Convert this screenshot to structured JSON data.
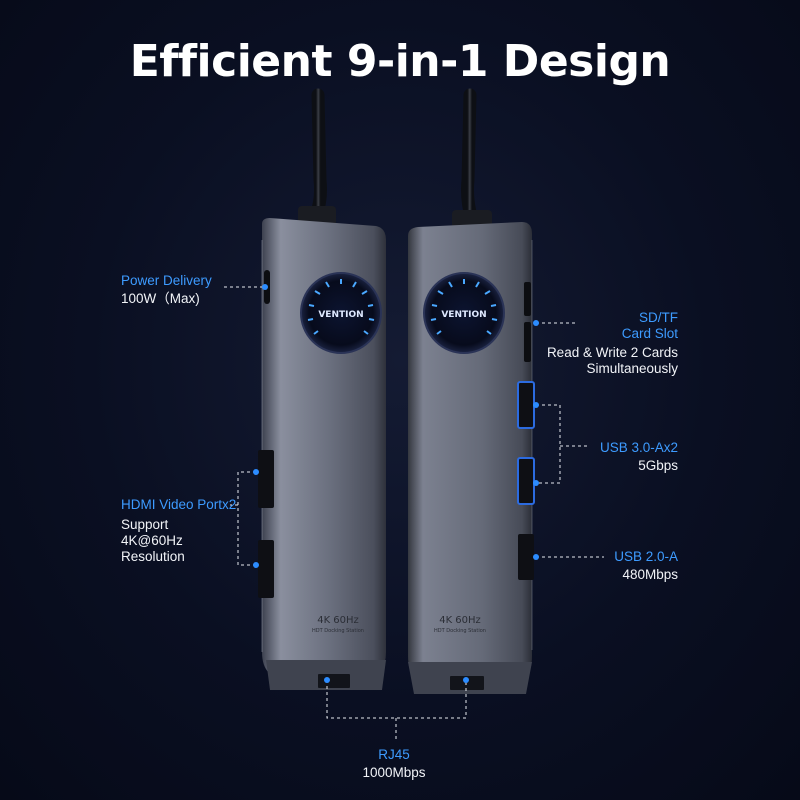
{
  "title": "Efficient 9-in-1 Design",
  "brand": "VENTION",
  "hub_print": {
    "main": "4K 60Hz",
    "sub": "HDT Docking Station"
  },
  "labels": {
    "power_delivery": {
      "name": "Power Delivery",
      "detail": "100W（Max)"
    },
    "hdmi": {
      "name": "HDMI Video Portx2",
      "detail1": "Support",
      "detail2": "4K@60Hz",
      "detail3": "Resolution"
    },
    "sdtf": {
      "name1": "SD/TF",
      "name2": "Card Slot",
      "detail1": "Read & Write 2 Cards",
      "detail2": "Simultaneously"
    },
    "usb3": {
      "name": "USB 3.0-Ax2",
      "detail": "5Gbps"
    },
    "usb2": {
      "name": "USB 2.0-A",
      "detail": "480Mbps"
    },
    "rj45": {
      "name": "RJ45",
      "detail": "1000Mbps"
    }
  },
  "colors": {
    "accent": "#3d9bff",
    "background": "#0a0f22",
    "body": "#6f7484"
  }
}
